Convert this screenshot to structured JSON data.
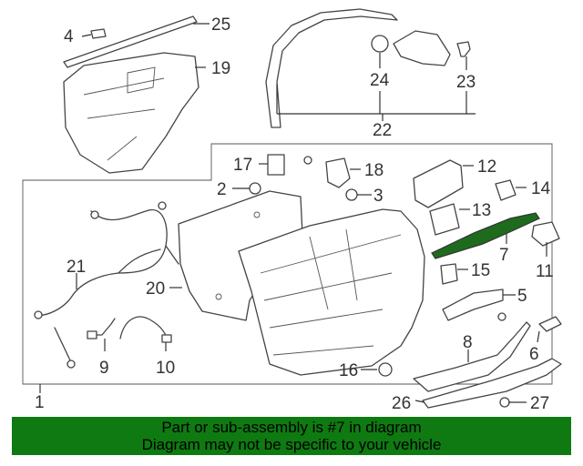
{
  "callouts": {
    "c1": "1",
    "c2": "2",
    "c3": "3",
    "c4": "4",
    "c5": "5",
    "c6": "6",
    "c7": "7",
    "c8": "8",
    "c9": "9",
    "c10": "10",
    "c11": "11",
    "c12": "12",
    "c13": "13",
    "c14": "14",
    "c15": "15",
    "c16": "16",
    "c17": "17",
    "c18": "18",
    "c19": "19",
    "c20": "20",
    "c21": "21",
    "c22": "22",
    "c23": "23",
    "c24": "24",
    "c25": "25",
    "c26": "26",
    "c27": "27"
  },
  "highlight_color": "#1e6b1e",
  "banner": {
    "line1": "Part or sub-assembly is #7 in diagram",
    "line2": "Diagram may not be specific to your vehicle",
    "background": "#0f7a12"
  }
}
